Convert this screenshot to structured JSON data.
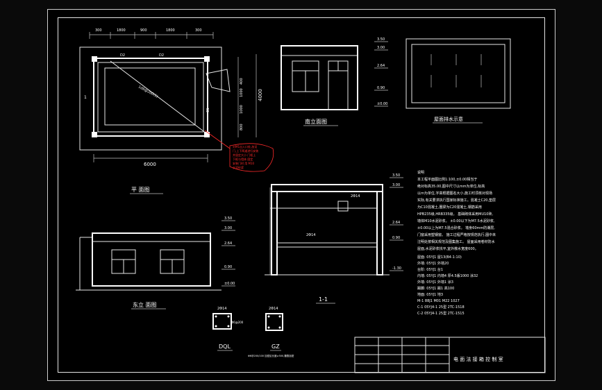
{
  "views": {
    "plan_label": "平 面图",
    "south_label": "南立面图",
    "east_label": "东立 面图",
    "roof_label": "屋面排水示意",
    "section_label": "1-1",
    "dql_label": "DQL",
    "gz_label": "GZ"
  },
  "plan": {
    "dims_top": [
      "300",
      "1800",
      "900",
      "1800",
      "300"
    ],
    "dim_bottom": "6000",
    "dim_right": "4000",
    "dims_right_small": [
      "400",
      "1000",
      "1000",
      "800"
    ],
    "beam_d2_a": "D2",
    "beam_d2_b": "D2",
    "diag_note": "1d6@200(1)",
    "left_mark": "1",
    "right_mark": "C1"
  },
  "elevations": {
    "south": [
      "3.50",
      "3.00",
      "2.64",
      "0.90",
      "±0.00"
    ],
    "east": [
      "3.50",
      "3.00",
      "2.64",
      "0.90",
      "±0.00"
    ],
    "section": [
      "3.50",
      "3.00",
      "2.64",
      "0.90",
      "-1.30"
    ]
  },
  "section": {
    "beam_note": "2Φ14",
    "rebar_note": "2Φ14"
  },
  "details": {
    "dql_rebar": "2Φ14",
    "gz_rebar": "2Φ14",
    "stirrup": "Φ6@200",
    "footnote": "Φ6@200/100 加密区长度≥500,箍筋加密"
  },
  "notes": {
    "header": "说明",
    "lines": [
      "本工程平面图比例1:100,±0.00相当于",
      "绝对标高35.00,图中尺寸以mm为单位,标高",
      "以m为单位,字高根据图名大小,施工时须核对现场",
      "实际,有关要求执行国家标准施工。混凝土C20,垫层",
      "为C10混凝土,圈梁为C20混凝土,钢筋采用",
      "HPB235级,HRB335级。 基础砌体采用MU10砖,",
      "墙体M10水泥砂浆。 ±0.00以下为M7.5水泥砂浆,",
      "±0.00以上为M7.5混合砂浆。 墙身60mm防潮层,",
      "门窗采用塑钢窗。 施工过程严格按规范执行,图中未",
      "注明处按相关规范及图集施工。 屋面采用卷材防水",
      "屋面,水泥砂浆找平,室外散水宽度600。"
    ],
    "list": [
      "屋面: 05YJ1 屋13(B4-1:10)",
      "外墙: 05YJ1 外墙20",
      "台阶: 05YJ1 台1",
      "内墙: 05YJ1 内墙4 厚4.5版1000 涂32",
      "外墙: 05YJ1 外墙1 涂3",
      "踢脚: 05YJ1 踢1 高100",
      "地面: 05YJ1 地3",
      "M-1    88J1 M01 M22 1027",
      "C-1    05YJ4-1 25型 2TC-1518",
      "C-2    05YJ4-1 25型 2TC-1515"
    ]
  },
  "title_block": {
    "title": "电 面 法 接 箱 控 制 室"
  },
  "red_notes": [
    "对M1出入口处,加设",
    "门,上下两道进行安装",
    "并固定大小 门框上",
    "下框与墙体 固定",
    "安装门时 用 M10",
    "水泥砂浆"
  ],
  "colors": {
    "background": "#000000",
    "lines": "#ffffff",
    "annotation": "#ff2a2a"
  }
}
